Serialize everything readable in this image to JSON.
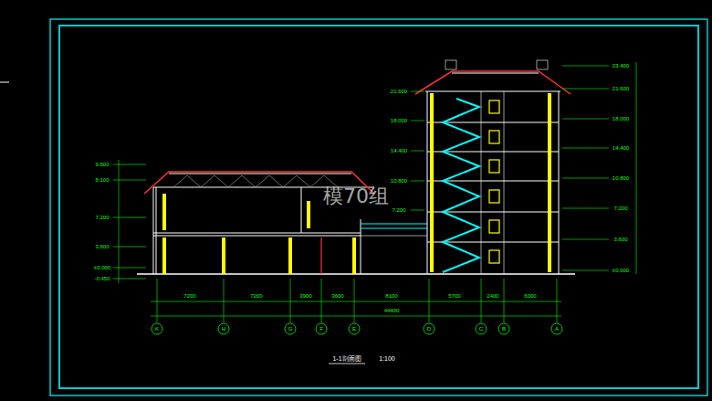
{
  "diagram": {
    "caption": "1-1剖面图",
    "labels": [
      "9.600",
      "8.100",
      "7.200",
      "3.600",
      "±0.000",
      "-0.450",
      "23.400",
      "21.600",
      "18.000",
      "14.400",
      "10.800",
      "7.200",
      "3.600",
      "±0.000",
      "21.600",
      "18.000",
      "14.400",
      "10.800",
      "7.200",
      "7200",
      "7200",
      "3900",
      "3600",
      "8100",
      "5700",
      "2400",
      "6000",
      "44400",
      "K",
      "H",
      "G",
      "F",
      "E",
      "D",
      "C",
      "B",
      "A",
      "1:100",
      "模70组"
    ]
  }
}
